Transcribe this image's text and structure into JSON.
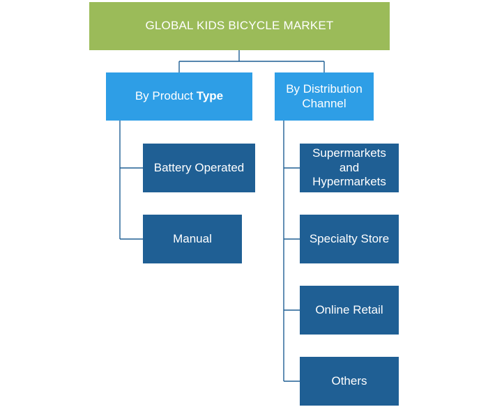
{
  "root": {
    "label": "GLOBAL KIDS BICYCLE MARKET"
  },
  "categories": [
    {
      "label_regular": "By Product ",
      "label_bold": "Type",
      "items": [
        "Battery Operated",
        "Manual"
      ]
    },
    {
      "label_regular": "By Distribution Channel",
      "items": [
        "Supermarkets and Hypermarkets",
        "Specialty Store",
        "Online Retail",
        "Others"
      ]
    }
  ],
  "colors": {
    "root": "#9bbb59",
    "category": "#2e9ee6",
    "leaf": "#1f5f94",
    "connector": "#1f5f94",
    "text": "#ffffff"
  }
}
